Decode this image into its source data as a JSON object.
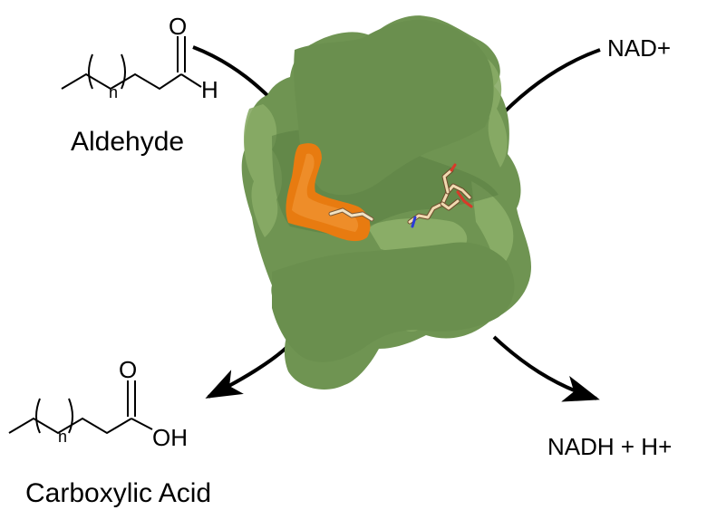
{
  "labels": {
    "aldehyde": "Aldehyde",
    "carboxylic_acid": "Carboxylic   Acid",
    "nad_plus": "NAD+",
    "nadh": "NADH + H+"
  },
  "aldehyde_structure": {
    "oxygen": "O",
    "hydrogen": "H",
    "repeat": "n"
  },
  "acid_structure": {
    "oxygen": "O",
    "hydroxyl": "OH",
    "repeat": "n"
  },
  "colors": {
    "protein_surface": "#6f9452",
    "protein_highlight": "#8fb26b",
    "protein_shadow": "#55773d",
    "substrate_channel": "#e87b10",
    "arrow": "#000000"
  }
}
